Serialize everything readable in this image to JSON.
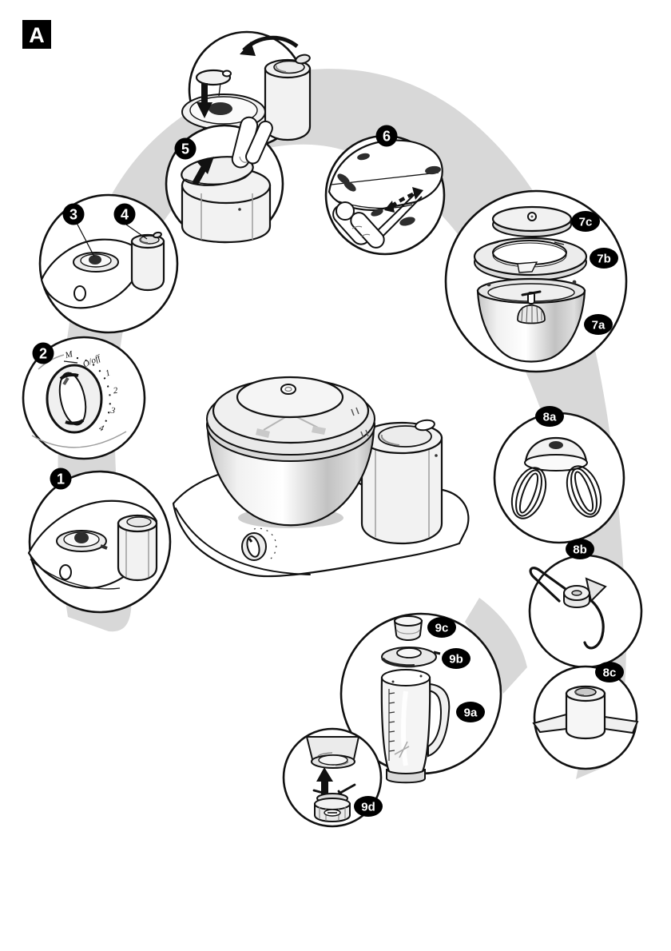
{
  "figure_label": "A",
  "badges": {
    "n1": "1",
    "n2": "2",
    "n3": "3",
    "n4": "4",
    "n5": "5",
    "n6": "6",
    "p7a": "7a",
    "p7b": "7b",
    "p7c": "7c",
    "p8a": "8a",
    "p8b": "8b",
    "p8c": "8c",
    "p9a": "9a",
    "p9b": "9b",
    "p9c": "9c",
    "p9d": "9d"
  },
  "dial": {
    "m": "M",
    "off": "O/off",
    "s1": "1",
    "s2": "2",
    "s3": "3",
    "s4": "4"
  },
  "colors": {
    "swoosh": "#d8d8d8",
    "line": "#111111",
    "badge_bg": "#000000",
    "badge_text": "#ffffff",
    "paper": "#ffffff"
  }
}
